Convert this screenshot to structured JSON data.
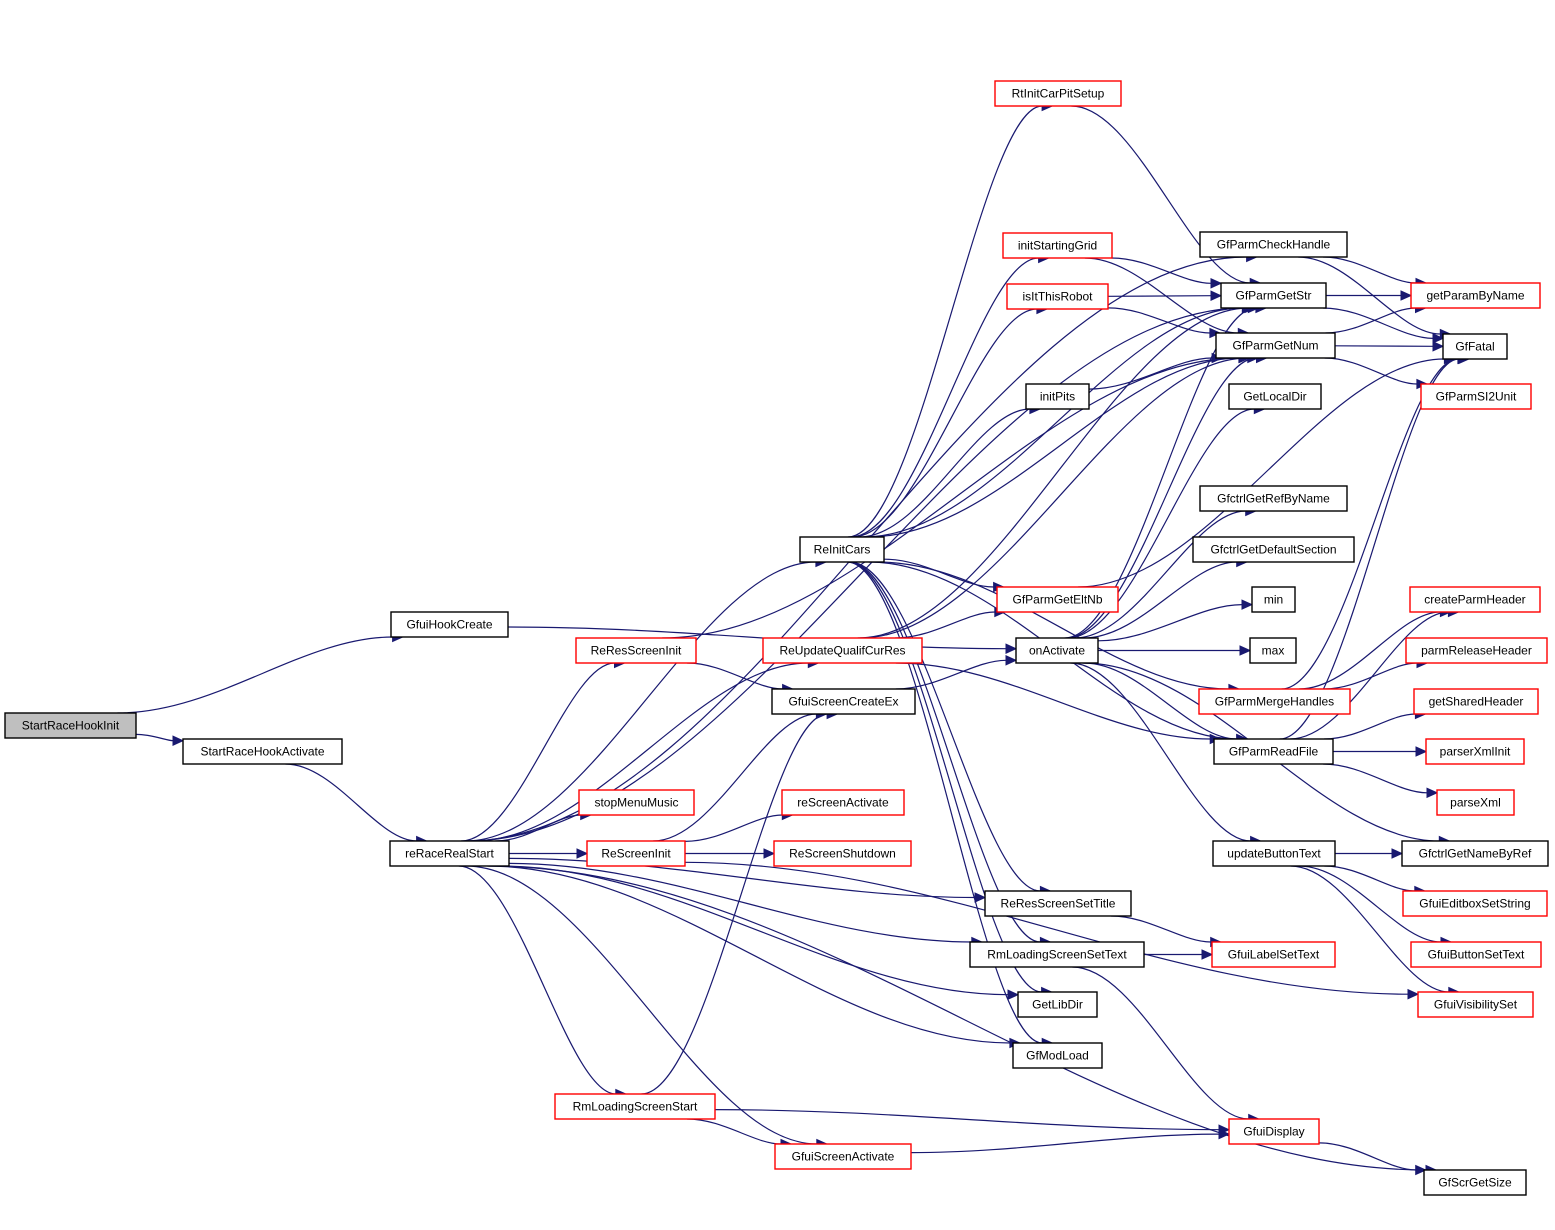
{
  "title": "StartRaceHookInit call graph",
  "colors": {
    "edge": "#191970",
    "root_fill": "#bfbfbf",
    "normal_border": "#000000",
    "external_border": "#ff0000"
  },
  "nodes": [
    {
      "id": "StartRaceHookInit",
      "label": "StartRaceHookInit",
      "kind": "root"
    },
    {
      "id": "GfuiHookCreate",
      "label": "GfuiHookCreate",
      "kind": "normal"
    },
    {
      "id": "StartRaceHookActivate",
      "label": "StartRaceHookActivate",
      "kind": "normal"
    },
    {
      "id": "reRaceRealStart",
      "label": "reRaceRealStart",
      "kind": "normal"
    },
    {
      "id": "ReResScreenInit",
      "label": "ReResScreenInit",
      "kind": "ext"
    },
    {
      "id": "stopMenuMusic",
      "label": "stopMenuMusic",
      "kind": "ext"
    },
    {
      "id": "ReScreenInit",
      "label": "ReScreenInit",
      "kind": "ext"
    },
    {
      "id": "RmLoadingScreenStart",
      "label": "RmLoadingScreenStart",
      "kind": "ext"
    },
    {
      "id": "ReInitCars",
      "label": "ReInitCars",
      "kind": "normal"
    },
    {
      "id": "ReUpdateQualifCurRes",
      "label": "ReUpdateQualifCurRes",
      "kind": "ext"
    },
    {
      "id": "GfuiScreenCreateEx",
      "label": "GfuiScreenCreateEx",
      "kind": "normal"
    },
    {
      "id": "reScreenActivate",
      "label": "reScreenActivate",
      "kind": "ext"
    },
    {
      "id": "ReScreenShutdown",
      "label": "ReScreenShutdown",
      "kind": "ext"
    },
    {
      "id": "GfuiScreenActivate",
      "label": "GfuiScreenActivate",
      "kind": "ext"
    },
    {
      "id": "RtInitCarPitSetup",
      "label": "RtInitCarPitSetup",
      "kind": "ext"
    },
    {
      "id": "initStartingGrid",
      "label": "initStartingGrid",
      "kind": "ext"
    },
    {
      "id": "isItThisRobot",
      "label": "isItThisRobot",
      "kind": "ext"
    },
    {
      "id": "initPits",
      "label": "initPits",
      "kind": "normal"
    },
    {
      "id": "GfParmGetEltNb",
      "label": "GfParmGetEltNb",
      "kind": "ext"
    },
    {
      "id": "onActivate",
      "label": "onActivate",
      "kind": "normal"
    },
    {
      "id": "ReResScreenSetTitle",
      "label": "ReResScreenSetTitle",
      "kind": "normal"
    },
    {
      "id": "RmLoadingScreenSetText",
      "label": "RmLoadingScreenSetText",
      "kind": "normal"
    },
    {
      "id": "GetLibDir",
      "label": "GetLibDir",
      "kind": "normal"
    },
    {
      "id": "GfModLoad",
      "label": "GfModLoad",
      "kind": "normal"
    },
    {
      "id": "GfParmCheckHandle",
      "label": "GfParmCheckHandle",
      "kind": "normal"
    },
    {
      "id": "GfParmGetStr",
      "label": "GfParmGetStr",
      "kind": "normal"
    },
    {
      "id": "GfParmGetNum",
      "label": "GfParmGetNum",
      "kind": "normal"
    },
    {
      "id": "GetLocalDir",
      "label": "GetLocalDir",
      "kind": "normal"
    },
    {
      "id": "GfctrlGetRefByName",
      "label": "GfctrlGetRefByName",
      "kind": "normal"
    },
    {
      "id": "GfctrlGetDefaultSection",
      "label": "GfctrlGetDefaultSection",
      "kind": "normal"
    },
    {
      "id": "min",
      "label": "min",
      "kind": "normal"
    },
    {
      "id": "max",
      "label": "max",
      "kind": "normal"
    },
    {
      "id": "GfParmMergeHandles",
      "label": "GfParmMergeHandles",
      "kind": "ext"
    },
    {
      "id": "GfParmReadFile",
      "label": "GfParmReadFile",
      "kind": "normal"
    },
    {
      "id": "updateButtonText",
      "label": "updateButtonText",
      "kind": "normal"
    },
    {
      "id": "GfuiLabelSetText",
      "label": "GfuiLabelSetText",
      "kind": "ext"
    },
    {
      "id": "GfuiDisplay",
      "label": "GfuiDisplay",
      "kind": "ext"
    },
    {
      "id": "getParamByName",
      "label": "getParamByName",
      "kind": "ext"
    },
    {
      "id": "GfFatal",
      "label": "GfFatal",
      "kind": "normal"
    },
    {
      "id": "GfParmSI2Unit",
      "label": "GfParmSI2Unit",
      "kind": "ext"
    },
    {
      "id": "createParmHeader",
      "label": "createParmHeader",
      "kind": "ext"
    },
    {
      "id": "parmReleaseHeader",
      "label": "parmReleaseHeader",
      "kind": "ext"
    },
    {
      "id": "getSharedHeader",
      "label": "getSharedHeader",
      "kind": "ext"
    },
    {
      "id": "parserXmlInit",
      "label": "parserXmlInit",
      "kind": "ext"
    },
    {
      "id": "parseXml",
      "label": "parseXml",
      "kind": "ext"
    },
    {
      "id": "GfctrlGetNameByRef",
      "label": "GfctrlGetNameByRef",
      "kind": "normal"
    },
    {
      "id": "GfuiEditboxSetString",
      "label": "GfuiEditboxSetString",
      "kind": "ext"
    },
    {
      "id": "GfuiButtonSetText",
      "label": "GfuiButtonSetText",
      "kind": "ext"
    },
    {
      "id": "GfuiVisibilitySet",
      "label": "GfuiVisibilitySet",
      "kind": "ext"
    },
    {
      "id": "GfScrGetSize",
      "label": "GfScrGetSize",
      "kind": "normal"
    }
  ],
  "edges": [
    [
      "StartRaceHookInit",
      "GfuiHookCreate"
    ],
    [
      "StartRaceHookInit",
      "StartRaceHookActivate"
    ],
    [
      "StartRaceHookActivate",
      "reRaceRealStart"
    ],
    [
      "GfuiHookCreate",
      "onActivate"
    ],
    [
      "reRaceRealStart",
      "ReResScreenInit"
    ],
    [
      "reRaceRealStart",
      "stopMenuMusic"
    ],
    [
      "reRaceRealStart",
      "ReScreenInit"
    ],
    [
      "reRaceRealStart",
      "RmLoadingScreenStart"
    ],
    [
      "reRaceRealStart",
      "ReInitCars"
    ],
    [
      "reRaceRealStart",
      "ReUpdateQualifCurRes"
    ],
    [
      "reRaceRealStart",
      "GfuiScreenActivate"
    ],
    [
      "reRaceRealStart",
      "GfParmGetStr"
    ],
    [
      "reRaceRealStart",
      "GfParmCheckHandle"
    ],
    [
      "reRaceRealStart",
      "ReResScreenSetTitle"
    ],
    [
      "reRaceRealStart",
      "RmLoadingScreenSetText"
    ],
    [
      "reRaceRealStart",
      "GetLibDir"
    ],
    [
      "reRaceRealStart",
      "GfModLoad"
    ],
    [
      "reRaceRealStart",
      "GfScrGetSize"
    ],
    [
      "ReResScreenInit",
      "GfuiScreenCreateEx"
    ],
    [
      "ReResScreenInit",
      "GfParmGetNum"
    ],
    [
      "ReScreenInit",
      "GfuiScreenCreateEx"
    ],
    [
      "ReScreenInit",
      "reScreenActivate"
    ],
    [
      "ReScreenInit",
      "ReScreenShutdown"
    ],
    [
      "ReScreenInit",
      "GfuiVisibilitySet"
    ],
    [
      "RmLoadingScreenStart",
      "GfuiScreenCreateEx"
    ],
    [
      "RmLoadingScreenStart",
      "GfuiDisplay"
    ],
    [
      "RmLoadingScreenStart",
      "GfuiScreenActivate"
    ],
    [
      "GfuiScreenActivate",
      "GfuiDisplay"
    ],
    [
      "GfuiScreenCreateEx",
      "onActivate"
    ],
    [
      "ReInitCars",
      "RtInitCarPitSetup"
    ],
    [
      "ReInitCars",
      "initStartingGrid"
    ],
    [
      "ReInitCars",
      "isItThisRobot"
    ],
    [
      "ReInitCars",
      "initPits"
    ],
    [
      "ReInitCars",
      "GfParmGetEltNb"
    ],
    [
      "ReInitCars",
      "GfParmGetStr"
    ],
    [
      "ReInitCars",
      "GfParmGetNum"
    ],
    [
      "ReInitCars",
      "GfParmReadFile"
    ],
    [
      "ReInitCars",
      "GfParmMergeHandles"
    ],
    [
      "ReInitCars",
      "ReResScreenSetTitle"
    ],
    [
      "ReInitCars",
      "RmLoadingScreenSetText"
    ],
    [
      "ReInitCars",
      "GetLibDir"
    ],
    [
      "ReInitCars",
      "GfModLoad"
    ],
    [
      "ReUpdateQualifCurRes",
      "GfParmGetEltNb"
    ],
    [
      "ReUpdateQualifCurRes",
      "GfParmGetStr"
    ],
    [
      "ReUpdateQualifCurRes",
      "GfParmGetNum"
    ],
    [
      "ReUpdateQualifCurRes",
      "GfParmReadFile"
    ],
    [
      "RtInitCarPitSetup",
      "GfParmGetStr"
    ],
    [
      "initStartingGrid",
      "GfParmGetStr"
    ],
    [
      "initStartingGrid",
      "GfParmGetNum"
    ],
    [
      "isItThisRobot",
      "GfParmGetStr"
    ],
    [
      "isItThisRobot",
      "GfParmGetNum"
    ],
    [
      "initPits",
      "GfParmGetNum"
    ],
    [
      "GfParmGetEltNb",
      "GfFatal"
    ],
    [
      "onActivate",
      "GfParmGetStr"
    ],
    [
      "onActivate",
      "GfParmGetNum"
    ],
    [
      "onActivate",
      "GetLocalDir"
    ],
    [
      "onActivate",
      "GfctrlGetRefByName"
    ],
    [
      "onActivate",
      "GfctrlGetDefaultSection"
    ],
    [
      "onActivate",
      "min"
    ],
    [
      "onActivate",
      "max"
    ],
    [
      "onActivate",
      "GfParmReadFile"
    ],
    [
      "onActivate",
      "updateButtonText"
    ],
    [
      "onActivate",
      "GfctrlGetNameByRef"
    ],
    [
      "RmLoadingScreenSetText",
      "GfuiLabelSetText"
    ],
    [
      "RmLoadingScreenSetText",
      "GfuiDisplay"
    ],
    [
      "ReResScreenSetTitle",
      "GfuiLabelSetText"
    ],
    [
      "GfParmCheckHandle",
      "getParamByName"
    ],
    [
      "GfParmCheckHandle",
      "GfFatal"
    ],
    [
      "GfParmGetStr",
      "getParamByName"
    ],
    [
      "GfParmGetStr",
      "GfFatal"
    ],
    [
      "GfParmGetNum",
      "getParamByName"
    ],
    [
      "GfParmGetNum",
      "GfFatal"
    ],
    [
      "GfParmGetNum",
      "GfParmSI2Unit"
    ],
    [
      "GfParmMergeHandles",
      "createParmHeader"
    ],
    [
      "GfParmMergeHandles",
      "parmReleaseHeader"
    ],
    [
      "GfParmMergeHandles",
      "GfFatal"
    ],
    [
      "GfParmReadFile",
      "createParmHeader"
    ],
    [
      "GfParmReadFile",
      "getSharedHeader"
    ],
    [
      "GfParmReadFile",
      "parserXmlInit"
    ],
    [
      "GfParmReadFile",
      "parseXml"
    ],
    [
      "GfParmReadFile",
      "GfFatal"
    ],
    [
      "updateButtonText",
      "GfctrlGetNameByRef"
    ],
    [
      "updateButtonText",
      "GfuiEditboxSetString"
    ],
    [
      "updateButtonText",
      "GfuiButtonSetText"
    ],
    [
      "updateButtonText",
      "GfuiVisibilitySet"
    ],
    [
      "GfuiDisplay",
      "GfScrGetSize"
    ]
  ]
}
